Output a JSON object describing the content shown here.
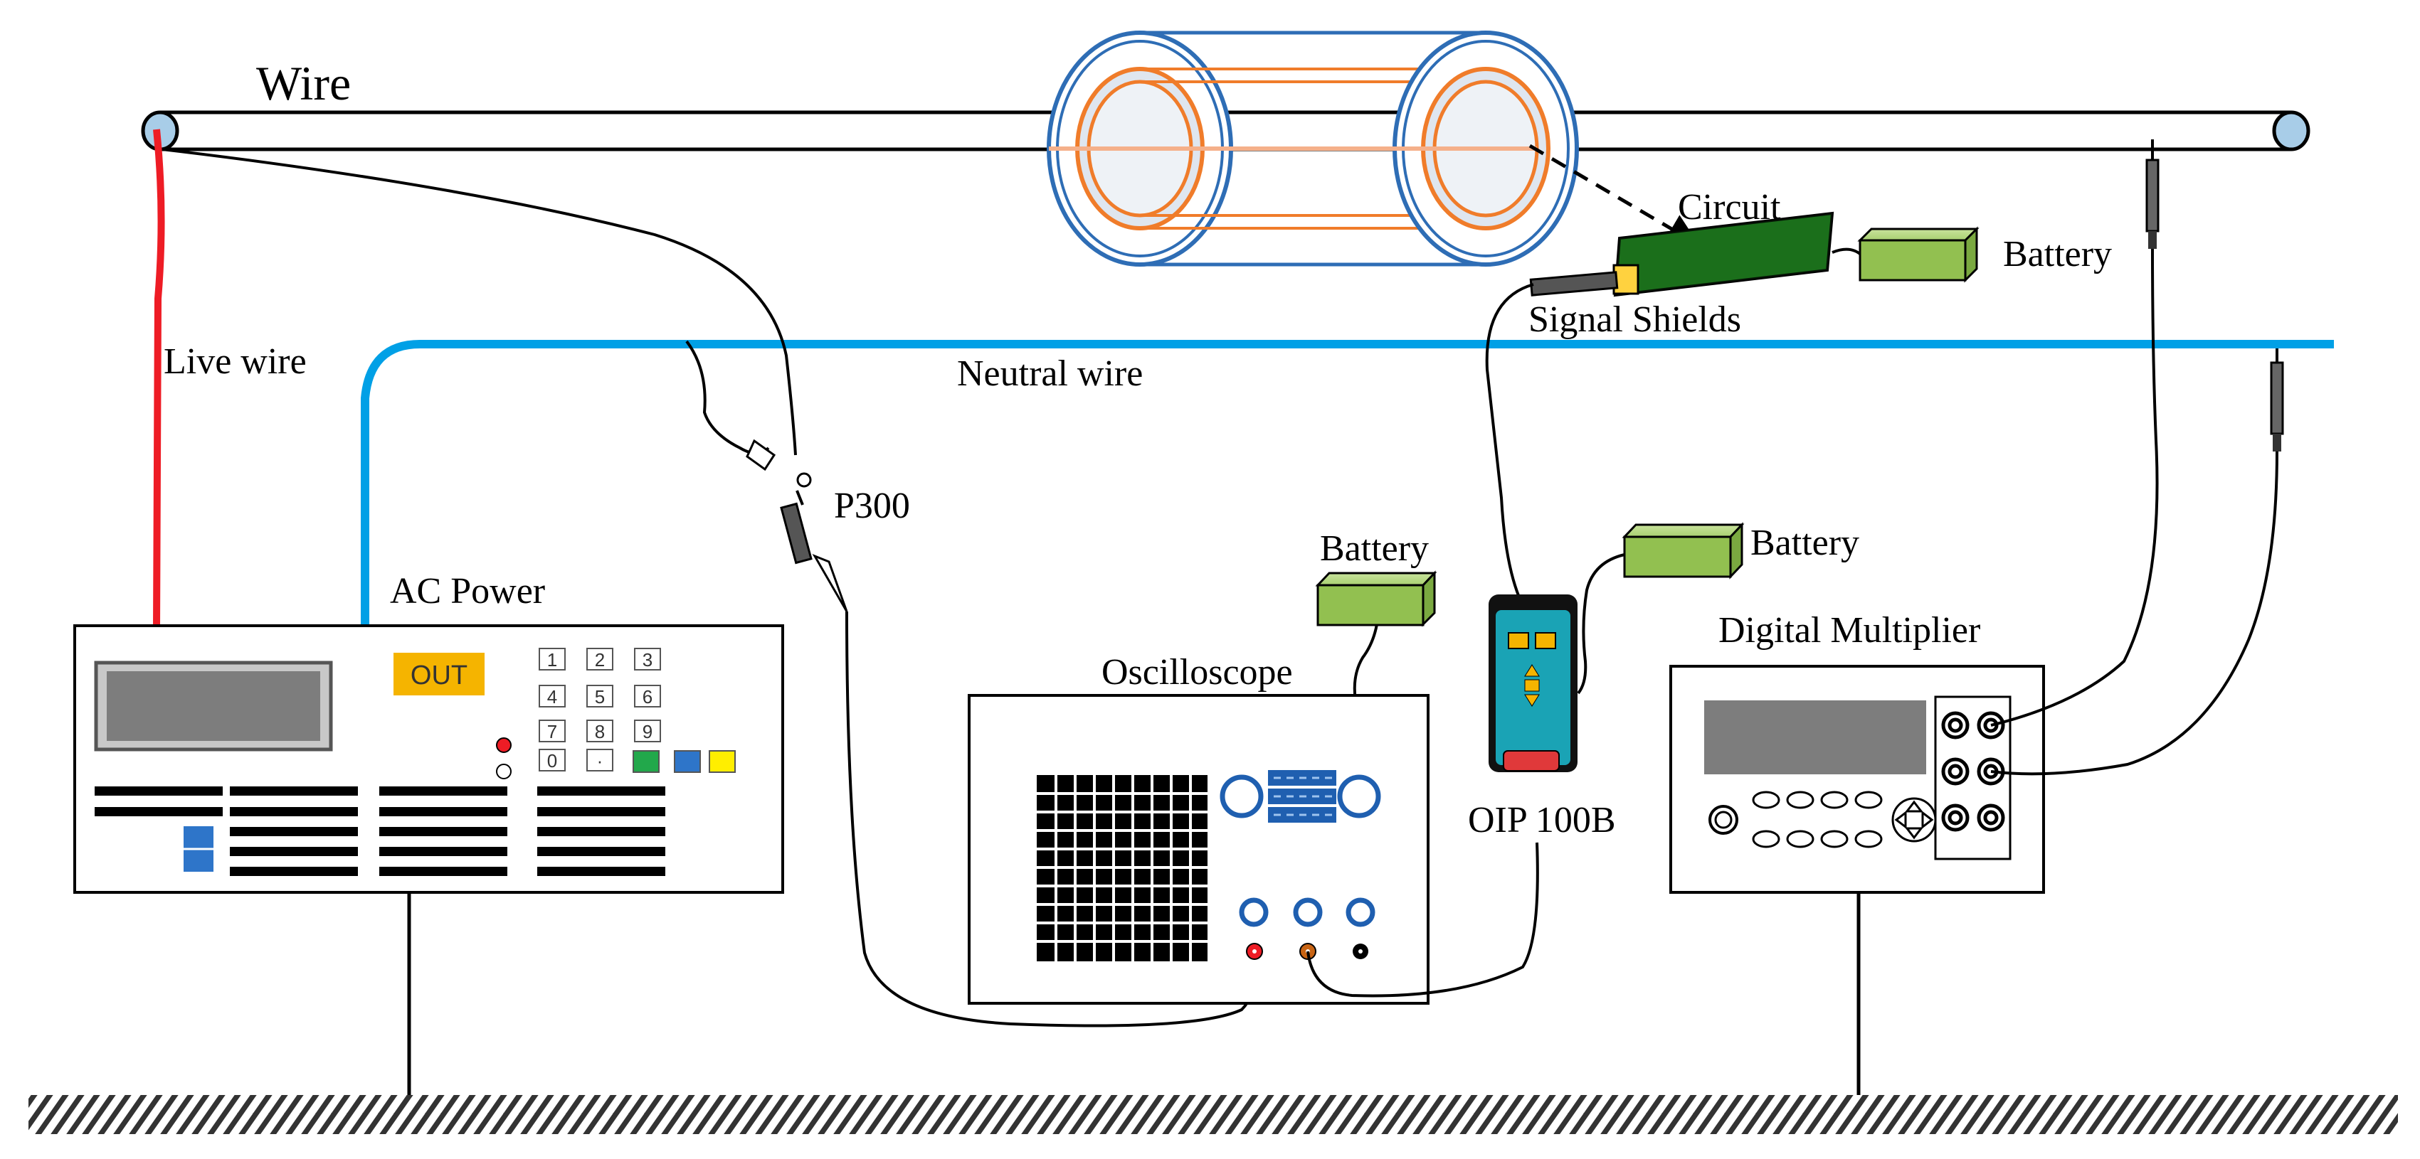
{
  "labels": {
    "wire": "Wire",
    "live_wire": "Live wire",
    "neutral_wire": "Neutral wire",
    "ac_power": "AC Power",
    "out": "OUT",
    "p300": "P300",
    "circuit": "Circuit",
    "signal_shields": "Signal Shields",
    "battery_circuit": "Battery",
    "battery_oscilloscope": "Battery",
    "battery_oip": "Battery",
    "oscilloscope": "Oscilloscope",
    "oip": "OIP 100B",
    "digital_multiplier": "Digital Multiplier"
  },
  "keypad": {
    "k1": "1",
    "k2": "2",
    "k3": "3",
    "k4": "4",
    "k5": "5",
    "k6": "6",
    "k7": "7",
    "k8": "8",
    "k9": "9",
    "k0": "0",
    "kdot": "·"
  },
  "colors": {
    "live": "#ee1c25",
    "neutral": "#00a0e6",
    "coil_outer": "#2e6db5",
    "coil_inner": "#f07c2a",
    "battery": "#92c050",
    "circuit_board": "#1e7a1e",
    "oip_body": "#1aa3b5",
    "out_button": "#f5b400"
  },
  "icons": {
    "ground": "hatched-ground-icon",
    "battery": "battery-icon",
    "probe": "probe-icon"
  }
}
